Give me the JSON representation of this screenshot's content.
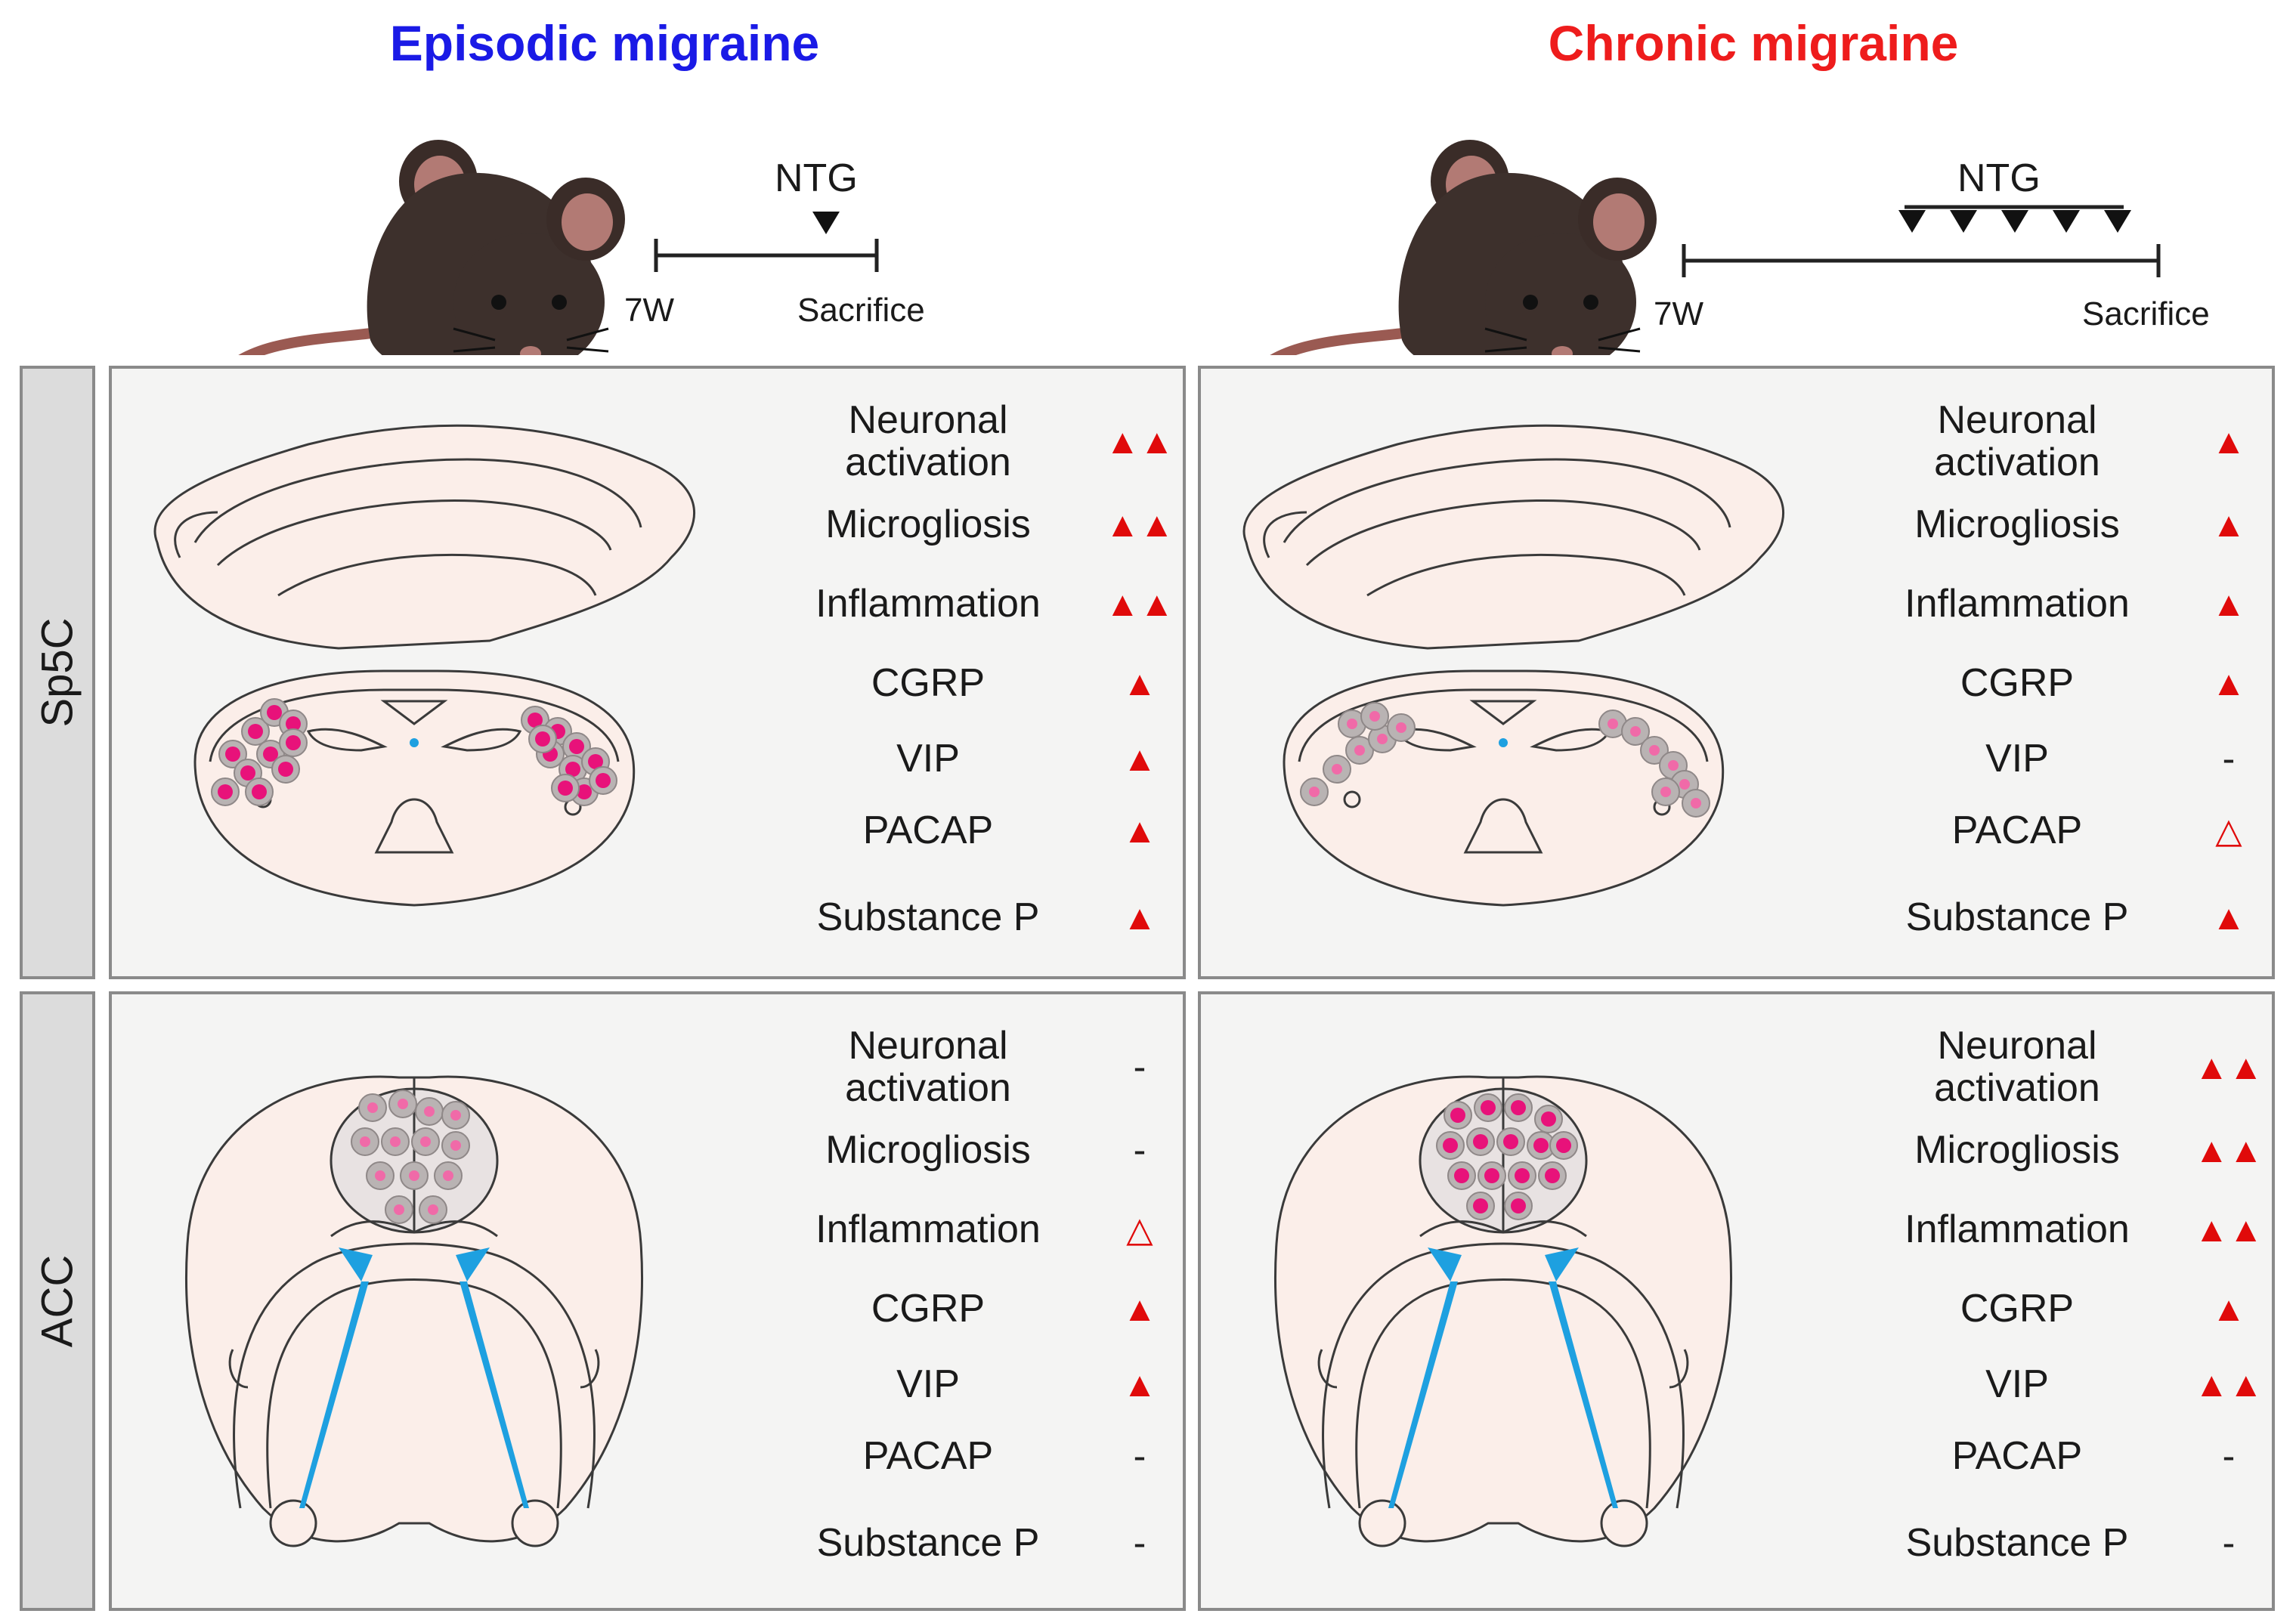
{
  "columns": [
    {
      "key": "episodic",
      "title": "Episodic migraine",
      "title_color": "#1a1ae6",
      "timeline": {
        "drug": "NTG",
        "start": "7W",
        "end": "Sacrifice",
        "doses": 1
      }
    },
    {
      "key": "chronic",
      "title": "Chronic migraine",
      "title_color": "#ee1c1c",
      "timeline": {
        "drug": "NTG",
        "start": "7W",
        "end": "Sacrifice",
        "doses": 5
      }
    }
  ],
  "regions": [
    {
      "key": "sp5c",
      "label": "Sp5C",
      "brain": "brainstem"
    },
    {
      "key": "acc",
      "label": "ACC",
      "brain": "coronal"
    }
  ],
  "symbols": {
    "up2": "▲▲",
    "up1": "▲",
    "open": "△",
    "none": "-"
  },
  "colors": {
    "increase": "#e00a0a",
    "activated_cell": "#e8127a",
    "ventricle": "#1ea0e0",
    "tissue": "#fbeee9"
  },
  "panels": {
    "episodic_sp5c": [
      {
        "name": "Neuronal\nactivation",
        "level": "up2"
      },
      {
        "name": "Microgliosis",
        "level": "up2"
      },
      {
        "name": "Inflammation",
        "level": "up2"
      },
      {
        "name": "CGRP",
        "level": "up1"
      },
      {
        "name": "VIP",
        "level": "up1"
      },
      {
        "name": "PACAP",
        "level": "up1"
      },
      {
        "name": "Substance P",
        "level": "up1"
      }
    ],
    "chronic_sp5c": [
      {
        "name": "Neuronal\nactivation",
        "level": "up1"
      },
      {
        "name": "Microgliosis",
        "level": "up1"
      },
      {
        "name": "Inflammation",
        "level": "up1"
      },
      {
        "name": "CGRP",
        "level": "up1"
      },
      {
        "name": "VIP",
        "level": "none"
      },
      {
        "name": "PACAP",
        "level": "open"
      },
      {
        "name": "Substance P",
        "level": "up1"
      }
    ],
    "episodic_acc": [
      {
        "name": "Neuronal\nactivation",
        "level": "none"
      },
      {
        "name": "Microgliosis",
        "level": "none"
      },
      {
        "name": "Inflammation",
        "level": "open"
      },
      {
        "name": "CGRP",
        "level": "up1"
      },
      {
        "name": "VIP",
        "level": "up1"
      },
      {
        "name": "PACAP",
        "level": "none"
      },
      {
        "name": "Substance P",
        "level": "none"
      }
    ],
    "chronic_acc": [
      {
        "name": "Neuronal\nactivation",
        "level": "up2"
      },
      {
        "name": "Microgliosis",
        "level": "up2"
      },
      {
        "name": "Inflammation",
        "level": "up2"
      },
      {
        "name": "CGRP",
        "level": "up1"
      },
      {
        "name": "VIP",
        "level": "up2"
      },
      {
        "name": "PACAP",
        "level": "none"
      },
      {
        "name": "Substance P",
        "level": "none"
      }
    ]
  }
}
